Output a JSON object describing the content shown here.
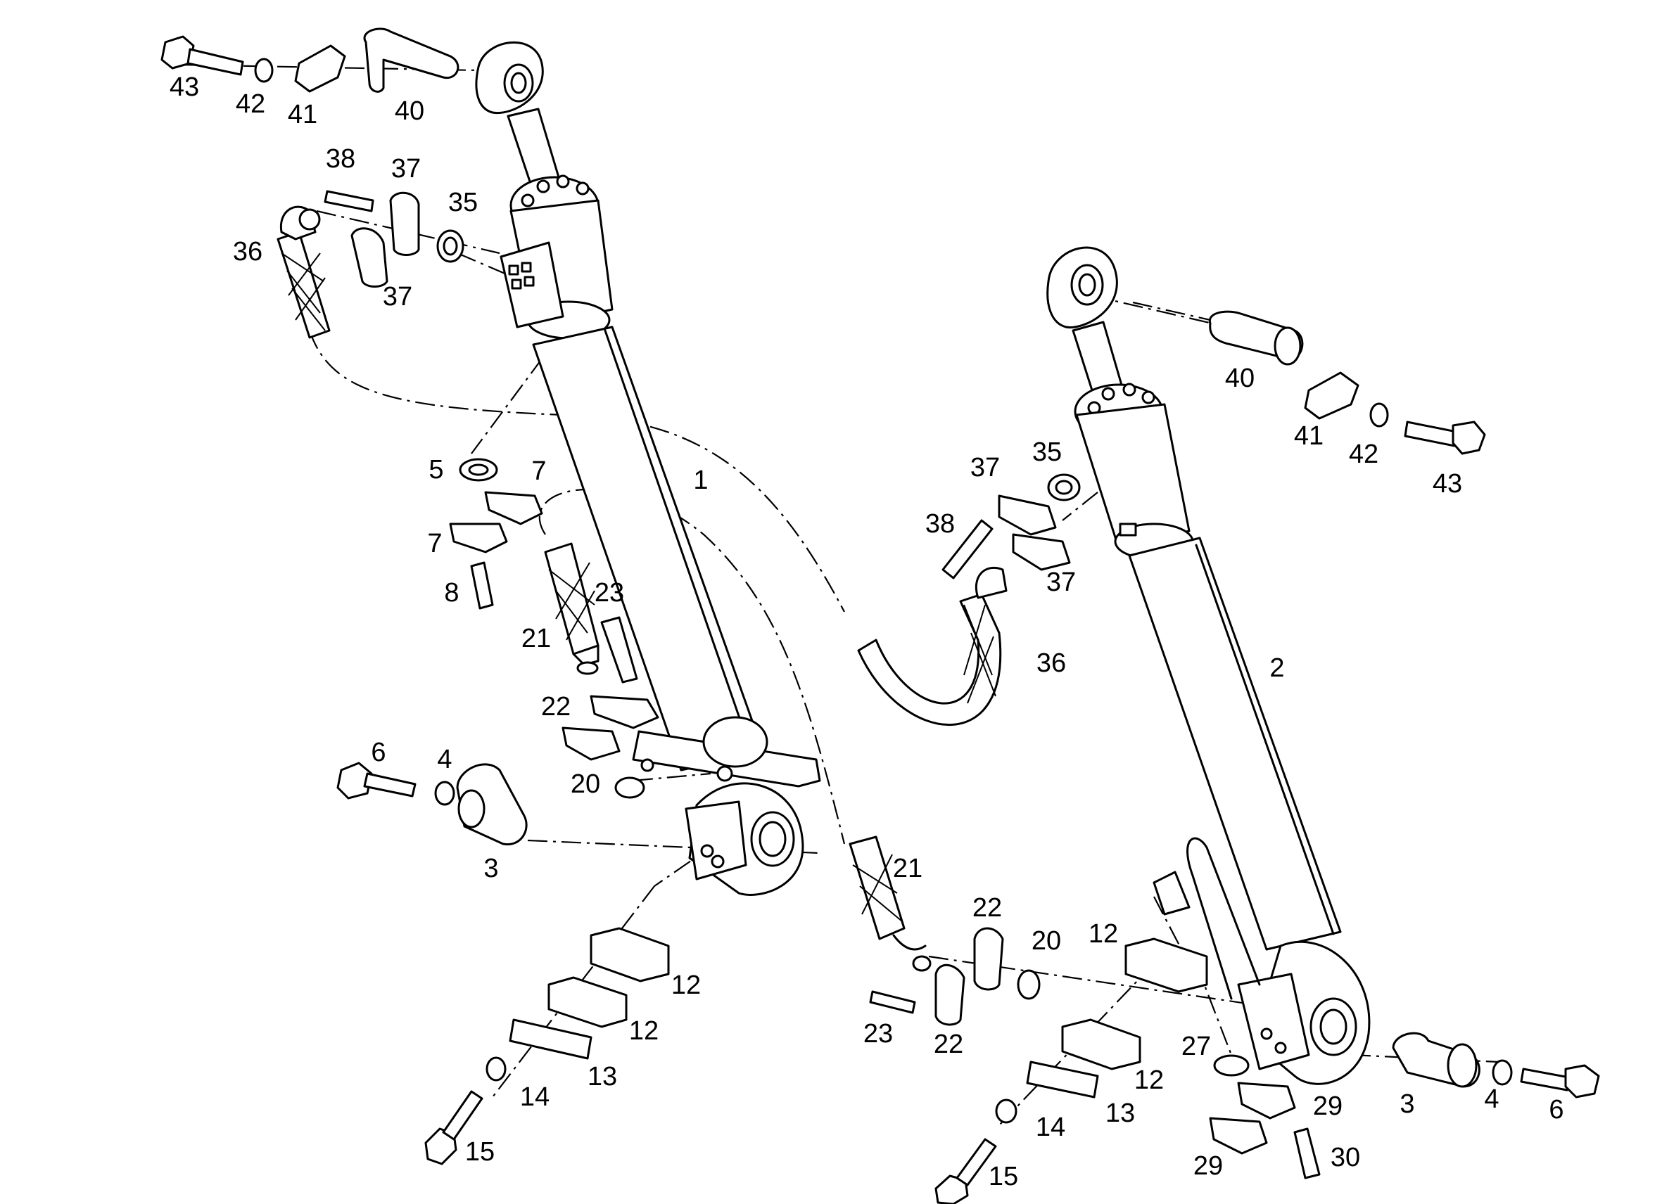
{
  "diagram": {
    "callouts": [
      {
        "id": "c43a",
        "text": "43"
      },
      {
        "id": "c42a",
        "text": "42"
      },
      {
        "id": "c41a",
        "text": "41"
      },
      {
        "id": "c40a",
        "text": "40"
      },
      {
        "id": "c38a",
        "text": "38"
      },
      {
        "id": "c37a",
        "text": "37"
      },
      {
        "id": "c37b",
        "text": "37"
      },
      {
        "id": "c36a",
        "text": "36"
      },
      {
        "id": "c35a",
        "text": "35"
      },
      {
        "id": "c5",
        "text": "5"
      },
      {
        "id": "c7a",
        "text": "7"
      },
      {
        "id": "c7b",
        "text": "7"
      },
      {
        "id": "c8",
        "text": "8"
      },
      {
        "id": "c1",
        "text": "1"
      },
      {
        "id": "c23a",
        "text": "23"
      },
      {
        "id": "c21a",
        "text": "21"
      },
      {
        "id": "c22a",
        "text": "22"
      },
      {
        "id": "c20a",
        "text": "20"
      },
      {
        "id": "c6a",
        "text": "6"
      },
      {
        "id": "c4a",
        "text": "4"
      },
      {
        "id": "c3a",
        "text": "3"
      },
      {
        "id": "c21b",
        "text": "21"
      },
      {
        "id": "c12a",
        "text": "12"
      },
      {
        "id": "c12b",
        "text": "12"
      },
      {
        "id": "c13a",
        "text": "13"
      },
      {
        "id": "c14a",
        "text": "14"
      },
      {
        "id": "c15a",
        "text": "15"
      },
      {
        "id": "c40b",
        "text": "40"
      },
      {
        "id": "c41b",
        "text": "41"
      },
      {
        "id": "c42b",
        "text": "42"
      },
      {
        "id": "c43b",
        "text": "43"
      },
      {
        "id": "c37c",
        "text": "37"
      },
      {
        "id": "c35b",
        "text": "35"
      },
      {
        "id": "c38b",
        "text": "38"
      },
      {
        "id": "c37d",
        "text": "37"
      },
      {
        "id": "c36b",
        "text": "36"
      },
      {
        "id": "c2",
        "text": "2"
      },
      {
        "id": "c22b",
        "text": "22"
      },
      {
        "id": "c20b",
        "text": "20"
      },
      {
        "id": "c12c",
        "text": "12"
      },
      {
        "id": "c23b",
        "text": "23"
      },
      {
        "id": "c22c",
        "text": "22"
      },
      {
        "id": "c27",
        "text": "27"
      },
      {
        "id": "c12d",
        "text": "12"
      },
      {
        "id": "c13b",
        "text": "13"
      },
      {
        "id": "c14b",
        "text": "14"
      },
      {
        "id": "c15b",
        "text": "15"
      },
      {
        "id": "c29a",
        "text": "29"
      },
      {
        "id": "c29b",
        "text": "29"
      },
      {
        "id": "c30",
        "text": "30"
      },
      {
        "id": "c3b",
        "text": "3"
      },
      {
        "id": "c4b",
        "text": "4"
      },
      {
        "id": "c6b",
        "text": "6"
      }
    ]
  }
}
